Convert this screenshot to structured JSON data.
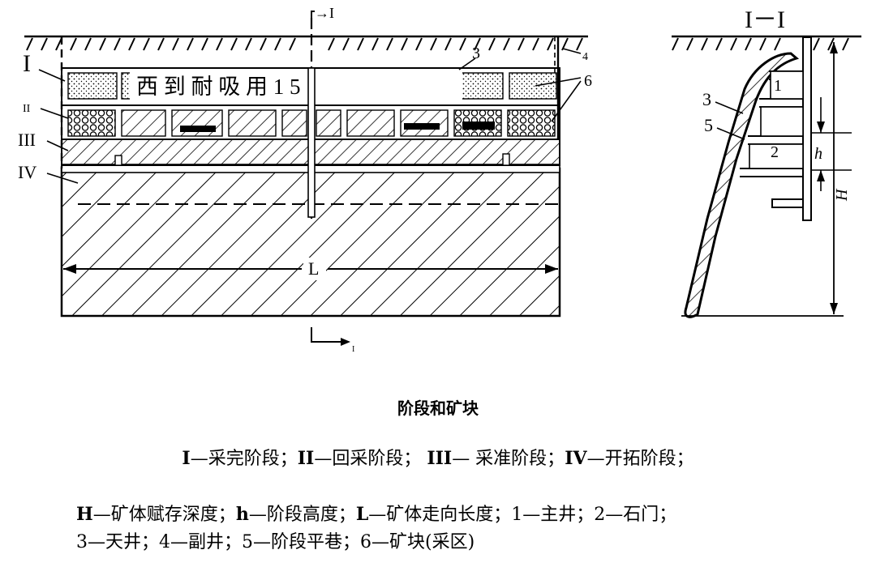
{
  "section_marks": {
    "top": "→I",
    "bottom": "I"
  },
  "section_title": "I－I",
  "stage_labels": [
    "I",
    "II",
    "III",
    "IV"
  ],
  "length_label": "L",
  "callouts": {
    "left_3": "3",
    "left_4": "4",
    "left_6": "6",
    "right_1": "1",
    "right_2": "2",
    "right_3": "3",
    "right_5": "5",
    "h": "h",
    "H": "H"
  },
  "overlay_text": "西  到  耐    吸 用 1 5",
  "caption": {
    "title": "阶段和矿块",
    "legend_line1": [
      {
        "key": "I",
        "text": "—采完阶段；"
      },
      {
        "key": "II",
        "text": "—回采阶段；  "
      },
      {
        "key": "III",
        "text": "— 采准阶段；"
      },
      {
        "key": "IV",
        "text": "—开拓阶段；"
      }
    ],
    "legend_line2": [
      {
        "key": "H",
        "text": "—矿体赋存深度；"
      },
      {
        "key": "h",
        "text": "—阶段高度；"
      },
      {
        "key": "L",
        "text": "—矿体走向长度；"
      },
      {
        "key": "",
        "text": "1—主井；2—石门；"
      }
    ],
    "legend_line3": "3—天井；4—副井；5—阶段平巷；6—矿块(采区)"
  }
}
